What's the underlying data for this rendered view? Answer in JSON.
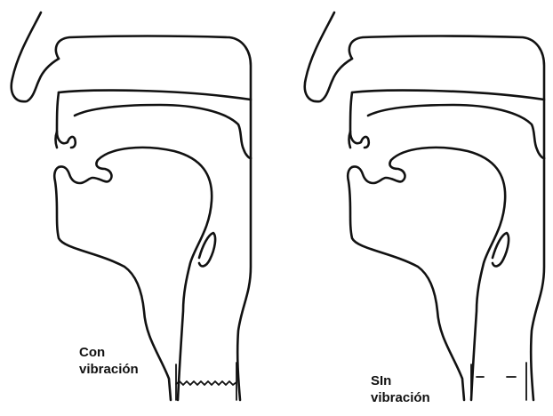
{
  "diagrams": [
    {
      "id": "voiced",
      "label_line1": "Con",
      "label_line2": "vibración",
      "glottis_state": "vibrating"
    },
    {
      "id": "voiceless",
      "label_line1": "SIn",
      "label_line2": "vibración",
      "glottis_state": "open"
    }
  ],
  "colors": {
    "ink": "#111111",
    "background": "#ffffff"
  }
}
